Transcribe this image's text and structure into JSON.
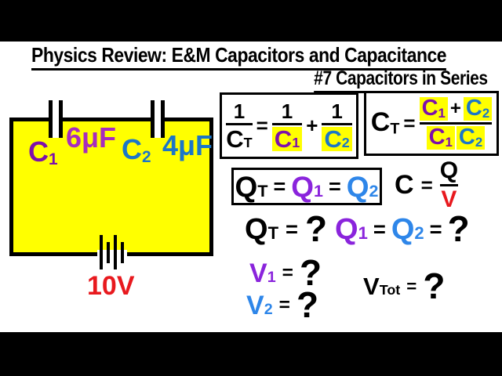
{
  "header": {
    "title": "Physics Review: E&M Capacitors and Capacitance",
    "subtitle": "#7 Capacitors in Series"
  },
  "circuit": {
    "c1": {
      "base": "C",
      "sub": "1",
      "value": "6μF"
    },
    "c2": {
      "base": "C",
      "sub": "2",
      "value": "4μF"
    },
    "battery": "10V"
  },
  "sym": {
    "one": "1",
    "eq": "=",
    "plus": "+",
    "q": "?",
    "C": "C",
    "Q": "Q",
    "V": "V",
    "subT": "T",
    "sub1": "1",
    "sub2": "2",
    "subTot": "Tot"
  },
  "colors": {
    "circuit_fill": "#FFFF00",
    "highlight": "#FFFF00",
    "purple": "#8A24DC",
    "purple_dark": "#7D10AC",
    "magenta": "#A62CBE",
    "blue": "#1B76C8",
    "blue_bright": "#2E86E9",
    "red": "#E8191E",
    "ink": "#000000",
    "background": "#FFFFFF"
  }
}
